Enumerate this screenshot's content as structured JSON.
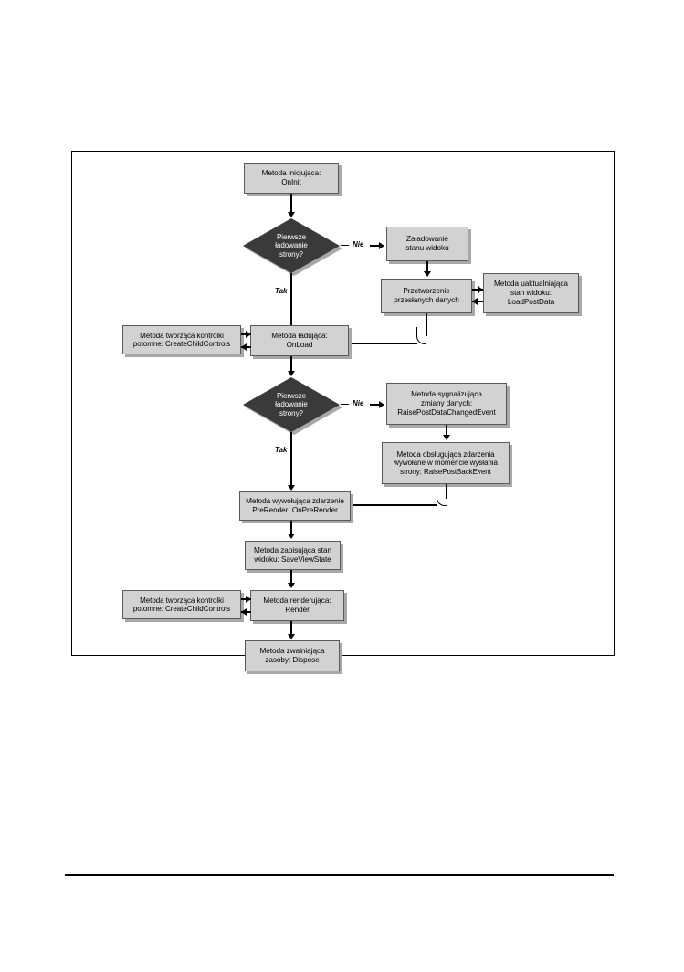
{
  "figure": {
    "caption": "",
    "nodes": [
      {
        "id": "oninit",
        "name": "node-oninit",
        "lines": [
          "Metoda inicjująca:",
          "OnInit"
        ]
      },
      {
        "id": "load-viewstate",
        "name": "node-load-viewstate",
        "lines": [
          "Załadowanie",
          "stanu widoku"
        ]
      },
      {
        "id": "process-postdata",
        "name": "node-process-postdata",
        "lines": [
          "Przetworzenie",
          "przesłanych danych"
        ]
      },
      {
        "id": "loadpostdata",
        "name": "node-loadpostdata",
        "lines": [
          "Metoda uaktualniająca",
          "stan widoku:",
          "LoadPostData"
        ]
      },
      {
        "id": "createchildcontrols-top",
        "name": "node-createchildcontrols-top",
        "lines": [
          "Metoda tworząca kontrolki",
          "potomne: CreateChildControls"
        ]
      },
      {
        "id": "onload",
        "name": "node-onload",
        "lines": [
          "Metoda ładująca:",
          "OnLoad"
        ]
      },
      {
        "id": "raisepostdatachangedevent",
        "name": "node-raisepostdatachangedevent",
        "lines": [
          "Metoda sygnalizująca",
          "zmiany danych:",
          "RaisePostDataChangedEvent"
        ]
      },
      {
        "id": "raisepostbackevent",
        "name": "node-raisepostbackevent",
        "lines": [
          "Metoda obsługująca zdarzenia",
          "wywołane w momencie wysłania",
          "strony: RaisePostBackEvent"
        ]
      },
      {
        "id": "onprerender",
        "name": "node-onprerender",
        "lines": [
          "Metoda wywołująca zdarzenie",
          "PreRender: OnPreRender"
        ]
      },
      {
        "id": "saveviewstate",
        "name": "node-saveviewstate",
        "lines": [
          "Metoda zapisująca stan",
          "widoku: SaveViewState"
        ]
      },
      {
        "id": "createchildcontrols-bottom",
        "name": "node-createchildcontrols-bottom",
        "lines": [
          "Metoda tworząca kontrolki",
          "potomne: CreateChildControls"
        ]
      },
      {
        "id": "render",
        "name": "node-render",
        "lines": [
          "Metoda renderująca:",
          "Render"
        ]
      },
      {
        "id": "dispose",
        "name": "node-dispose",
        "lines": [
          "Metoda zwalniająca",
          "zasoby: Dispose"
        ]
      }
    ],
    "decisions": [
      {
        "id": "decision-1",
        "name": "decision-first-load-1",
        "lines": [
          "Pierwsze",
          "ładowanie",
          "strony?"
        ]
      },
      {
        "id": "decision-2",
        "name": "decision-first-load-2",
        "lines": [
          "Pierwsze",
          "ładowanie",
          "strony?"
        ]
      }
    ],
    "branch_labels": {
      "no_1": "Nie",
      "yes_1": "Tak",
      "no_2": "Nie",
      "yes_2": "Tak"
    },
    "colors": {
      "node_fill": "#d2d2d2",
      "node_border": "#5a5a5a",
      "node_shadow": "#a8a8a8",
      "diamond_fill": "#3a3a3a",
      "diamond_text": "#ffffff",
      "connector": "#000000",
      "frame_border": "#000000",
      "page_background": "#ffffff"
    }
  }
}
